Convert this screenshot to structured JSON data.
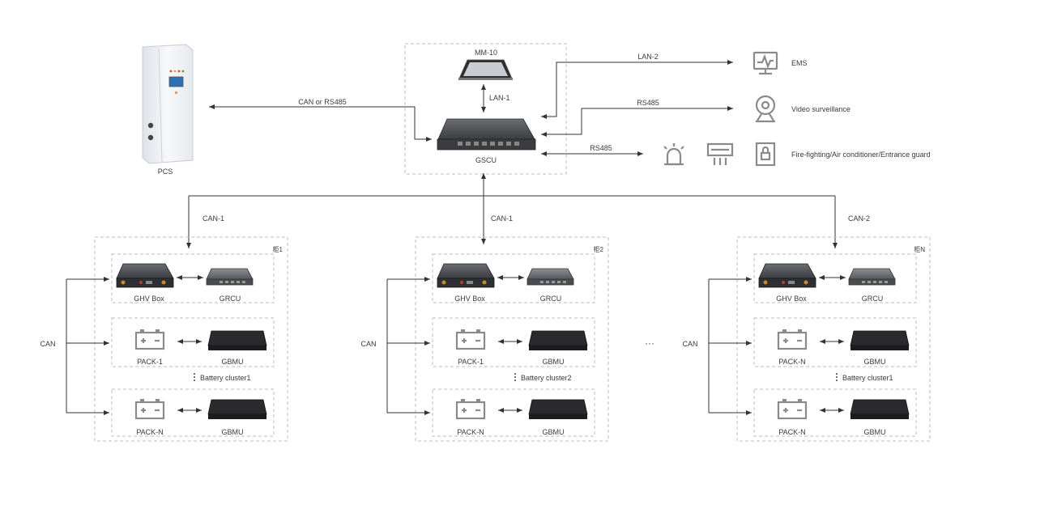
{
  "top": {
    "pcs": {
      "label": "PCS"
    },
    "mm10": {
      "label": "MM-10"
    },
    "gscu": {
      "label": "GSCU"
    },
    "links": {
      "can_or_rs485": "CAN or RS485",
      "lan1": "LAN-1",
      "lan2": "LAN-2",
      "rs485_video": "RS485",
      "rs485_devices": "RS485"
    },
    "peripherals": {
      "ems": "EMS",
      "video": "Video surveillance",
      "fire": "Fire-fighting/Air conditioner/Entrance guard"
    }
  },
  "bus_labels": [
    "CAN-1",
    "CAN-1",
    "CAN-2"
  ],
  "ellipsis": "···",
  "cabinets": [
    {
      "tag": "柜1",
      "can_label": "CAN",
      "ghv": "GHV Box",
      "grcu": "GRCU",
      "pack_top": "PACK-1",
      "gbmu_top": "GBMU",
      "cluster": "Battery cluster1",
      "pack_bottom": "PACK-N",
      "gbmu_bottom": "GBMU"
    },
    {
      "tag": "柜2",
      "can_label": "CAN",
      "ghv": "GHV Box",
      "grcu": "GRCU",
      "pack_top": "PACK-1",
      "gbmu_top": "GBMU",
      "cluster": "Battery cluster2",
      "pack_bottom": "PACK-N",
      "gbmu_bottom": "GBMU"
    },
    {
      "tag": "柜N",
      "can_label": "CAN",
      "ghv": "GHV Box",
      "grcu": "GRCU",
      "pack_top": "PACK-N",
      "gbmu_top": "GBMU",
      "cluster": "Battery cluster1",
      "pack_bottom": "PACK-N",
      "gbmu_bottom": "GBMU"
    }
  ]
}
